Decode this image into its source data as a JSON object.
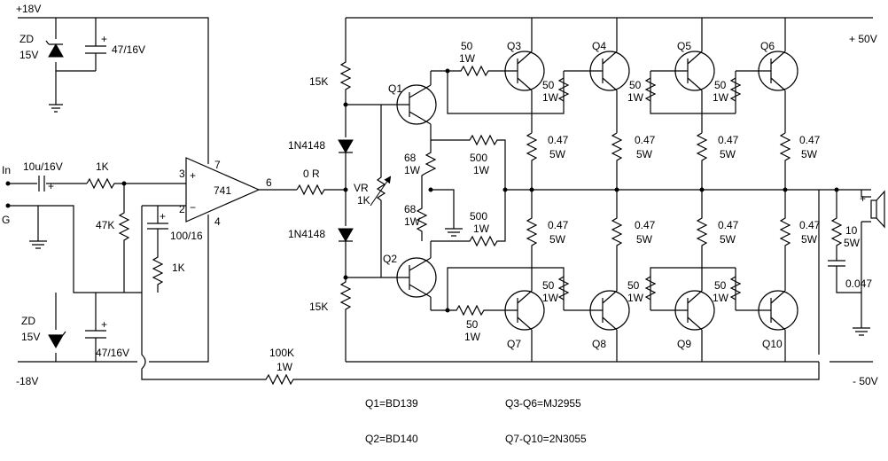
{
  "rails": {
    "pos18": "+18V",
    "neg18": "-18V",
    "pos50": "+ 50V",
    "neg50": "- 50V"
  },
  "inputs": {
    "in": "In",
    "gnd": "G"
  },
  "opamp": {
    "name": "741",
    "pin3": "3",
    "pin2": "2",
    "pin7": "7",
    "pin4": "4",
    "pin6": "6",
    "plus": "+",
    "minus": "−"
  },
  "components": {
    "zd_top": [
      "ZD",
      "15V"
    ],
    "zd_bot": [
      "ZD",
      "15V"
    ],
    "cap_top": "47/16V",
    "cap_bot": "47/16V",
    "cap_in": "10u/16V",
    "r_in": "1K",
    "r_47k": "47K",
    "cap_fb": "100/16",
    "r_fb": "1K",
    "r_0r": "0 R",
    "r_15k_top": "15K",
    "r_15k_bot": "15K",
    "d_top": "1N4148",
    "d_bot": "1N4148",
    "vr": [
      "VR",
      "1K"
    ],
    "r68_top": [
      "68",
      "1W"
    ],
    "r68_bot": [
      "68",
      "1W"
    ],
    "r500_top": [
      "500",
      "1W"
    ],
    "r500_bot": [
      "500",
      "1W"
    ],
    "r50_q3": [
      "50",
      "1W"
    ],
    "r50_q7": [
      "50",
      "1W"
    ],
    "r50_top": [
      [
        "50",
        "1W"
      ],
      [
        "50",
        "1W"
      ],
      [
        "50",
        "1W"
      ]
    ],
    "r50_bot": [
      [
        "50",
        "1W"
      ],
      [
        "50",
        "1W"
      ],
      [
        "50",
        "1W"
      ]
    ],
    "re_top": [
      [
        "0.47",
        "5W"
      ],
      [
        "0.47",
        "5W"
      ],
      [
        "0.47",
        "5W"
      ],
      [
        "0.47",
        "5W"
      ]
    ],
    "re_bot": [
      [
        "0.47",
        "5W"
      ],
      [
        "0.47",
        "5W"
      ],
      [
        "0.47",
        "5W"
      ],
      [
        "0.47",
        "5W"
      ]
    ],
    "r_zobel": [
      "10",
      "5W"
    ],
    "c_zobel": "0.047",
    "r_100k": [
      "100K",
      "1W"
    ],
    "plus_sign": "+"
  },
  "transistors": {
    "q1": "Q1",
    "q2": "Q2",
    "top": [
      "Q3",
      "Q4",
      "Q5",
      "Q6"
    ],
    "bot": [
      "Q7",
      "Q8",
      "Q9",
      "Q10"
    ]
  },
  "notes": {
    "q1": "Q1=BD139",
    "q2": "Q2=BD140",
    "q3_6": "Q3-Q6=MJ2955",
    "q7_10": "Q7-Q10=2N3055"
  }
}
